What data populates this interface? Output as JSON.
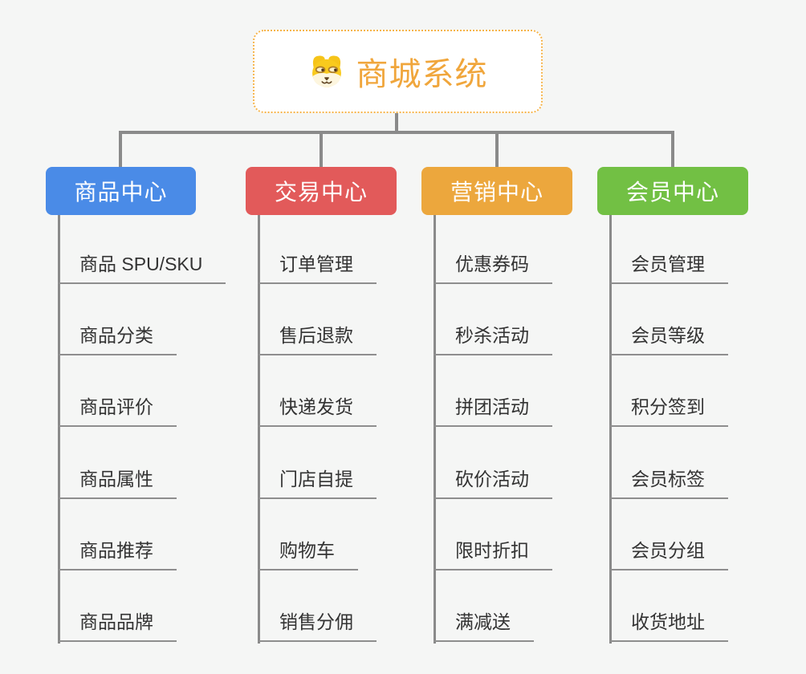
{
  "page": {
    "background": "#f5f6f5",
    "connector_color": "#8a8a8a"
  },
  "root": {
    "title": "商城系统",
    "accent": "#f0a63c",
    "border_color": "#f6b44a",
    "icon": "dog-face-icon"
  },
  "branches": [
    {
      "label": "商品中心",
      "color": "#4a8be7",
      "items": [
        "商品 SPU/SKU",
        "商品分类",
        "商品评价",
        "商品属性",
        "商品推荐",
        "商品品牌"
      ]
    },
    {
      "label": "交易中心",
      "color": "#e25a5a",
      "items": [
        "订单管理",
        "售后退款",
        "快递发货",
        "门店自提",
        "购物车",
        "销售分佣"
      ]
    },
    {
      "label": "营销中心",
      "color": "#eca73d",
      "items": [
        "优惠券码",
        "秒杀活动",
        "拼团活动",
        "砍价活动",
        "限时折扣",
        "满减送"
      ]
    },
    {
      "label": "会员中心",
      "color": "#72c044",
      "items": [
        "会员管理",
        "会员等级",
        "积分签到",
        "会员标签",
        "会员分组",
        "收货地址"
      ]
    }
  ]
}
